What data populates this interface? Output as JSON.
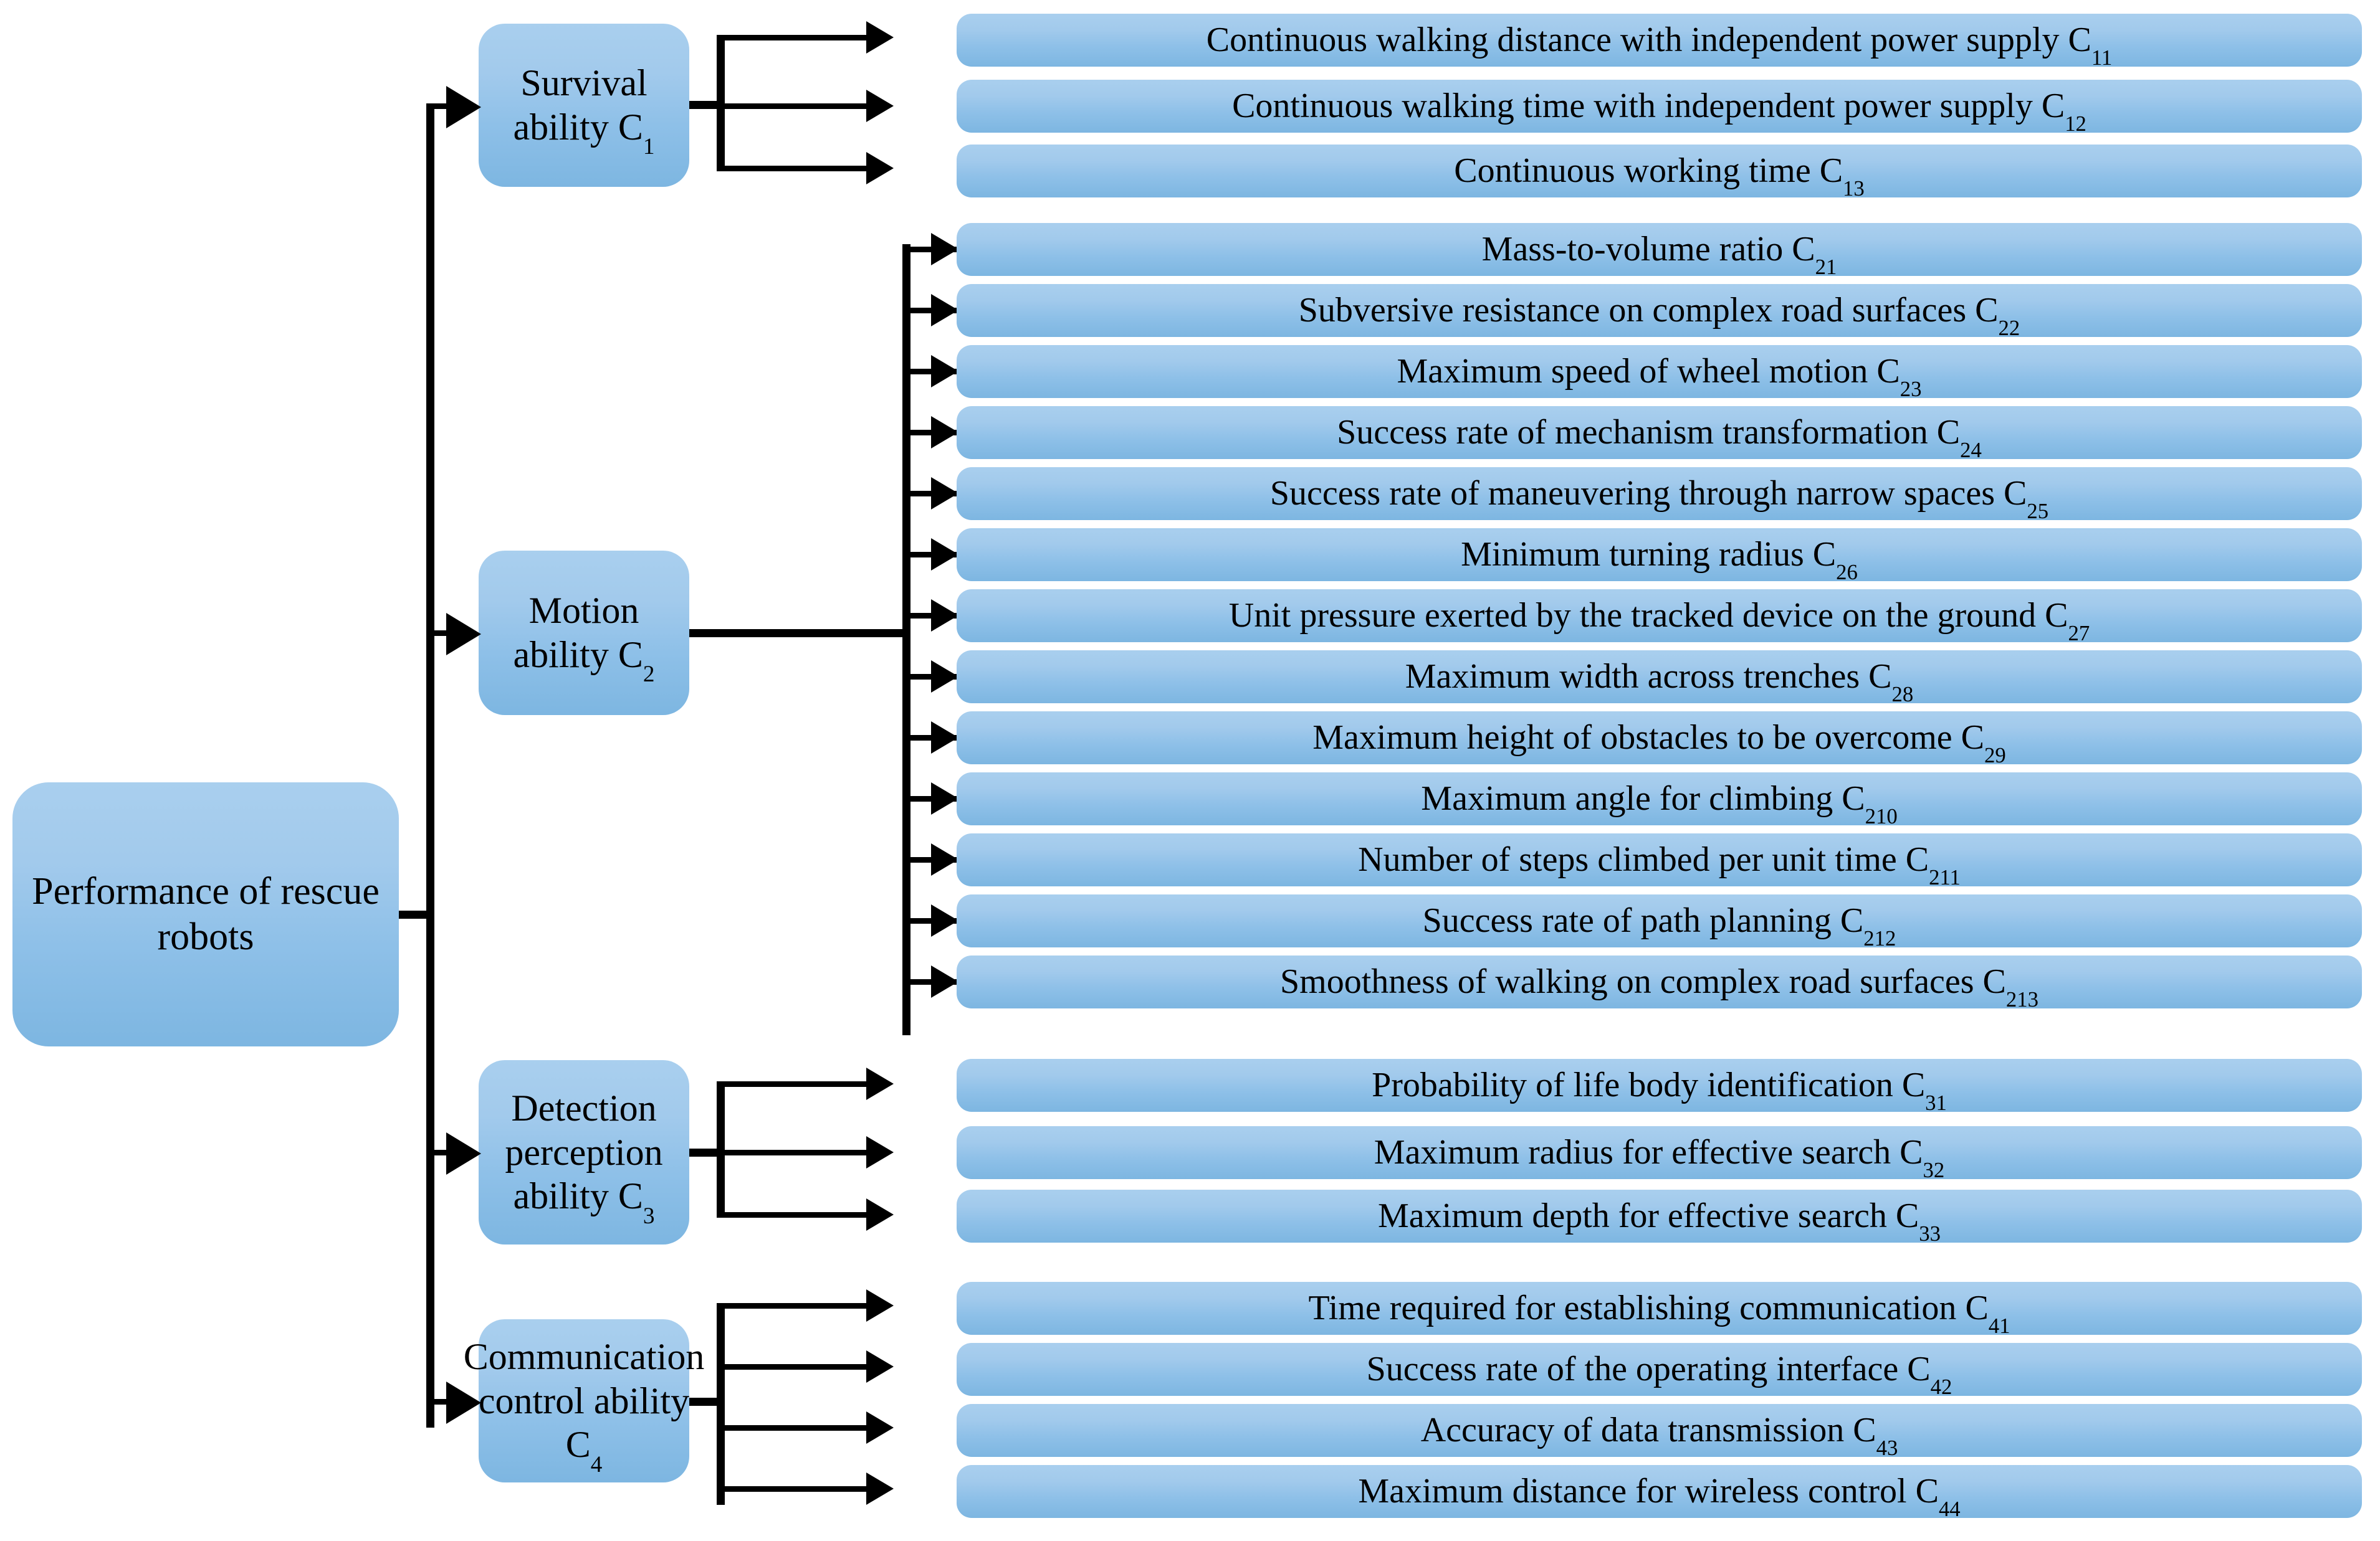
{
  "diagram": {
    "title": "Performance evaluation index hierarchy of rescue robots",
    "root": {
      "label": "Performance of rescue robots"
    },
    "colors": {
      "node_fill_top": "#a9cfee",
      "node_fill_bottom": "#7db6e1",
      "connector": "#000000",
      "background": "#ffffff"
    },
    "levels": [
      {
        "id": "C1",
        "label_line1": "Survival",
        "label_line2": "ability",
        "code": "C",
        "code_sub": "1",
        "children": [
          {
            "text": "Continuous walking distance with independent power supply",
            "code": "C",
            "sub": "11"
          },
          {
            "text": "Continuous walking time with independent power supply",
            "code": "C",
            "sub": "12"
          },
          {
            "text": "Continuous working time ",
            "code": "C",
            "sub": "13"
          }
        ]
      },
      {
        "id": "C2",
        "label_line1": "Motion",
        "label_line2": "ability",
        "code": "C",
        "code_sub": "2",
        "children": [
          {
            "text": "Mass-to-volume ratio",
            "code": "C",
            "sub": "21"
          },
          {
            "text": "Subversive resistance on complex road surfaces",
            "code": "C",
            "sub": "22"
          },
          {
            "text": "Maximum speed of wheel motion",
            "code": "C",
            "sub": "23"
          },
          {
            "text": "Success rate of mechanism transformation",
            "code": "C",
            "sub": "24"
          },
          {
            "text": "Success rate of maneuvering through narrow spaces ",
            "code": "C",
            "sub": "25"
          },
          {
            "text": "Minimum turning radius",
            "code": "C",
            "sub": "26"
          },
          {
            "text": "Unit pressure exerted by the tracked device on the ground",
            "code": "C",
            "sub": "27"
          },
          {
            "text": "Maximum width across trenches ",
            "code": "C",
            "sub": "28"
          },
          {
            "text": "Maximum height of obstacles to be overcome",
            "code": "C",
            "sub": "29"
          },
          {
            "text": "Maximum angle for climbing",
            "code": "C",
            "sub": "210"
          },
          {
            "text": "Number of steps climbed per unit time",
            "code": "C",
            "sub": "211"
          },
          {
            "text": "Success rate of path planning",
            "code": "C",
            "sub": "212"
          },
          {
            "text": "Smoothness of walking on complex road surfaces",
            "code": "C",
            "sub": "213"
          }
        ]
      },
      {
        "id": "C3",
        "label_line1": "Detection",
        "label_line2": "perception",
        "label_line3": "ability",
        "code": "C",
        "code_sub": "3",
        "children": [
          {
            "text": "Probability of life body identification",
            "code": "C",
            "sub": "31"
          },
          {
            "text": "Maximum radius for effective search ",
            "code": "C",
            "sub": "32"
          },
          {
            "text": "Maximum depth for effective search ",
            "code": "C",
            "sub": "33"
          }
        ]
      },
      {
        "id": "C4",
        "label_line1": "Communication",
        "label_line2": "control ability",
        "code": "C",
        "code_sub": "4",
        "children": [
          {
            "text": "Time required for establishing communication",
            "code": "C",
            "sub": "41"
          },
          {
            "text": "Success rate of the operating interface",
            "code": "C",
            "sub": "42"
          },
          {
            "text": "Accuracy of data transmission",
            "code": "C",
            "sub": "43"
          },
          {
            "text": "Maximum distance for wireless control",
            "code": "C",
            "sub": "44"
          }
        ]
      }
    ]
  }
}
